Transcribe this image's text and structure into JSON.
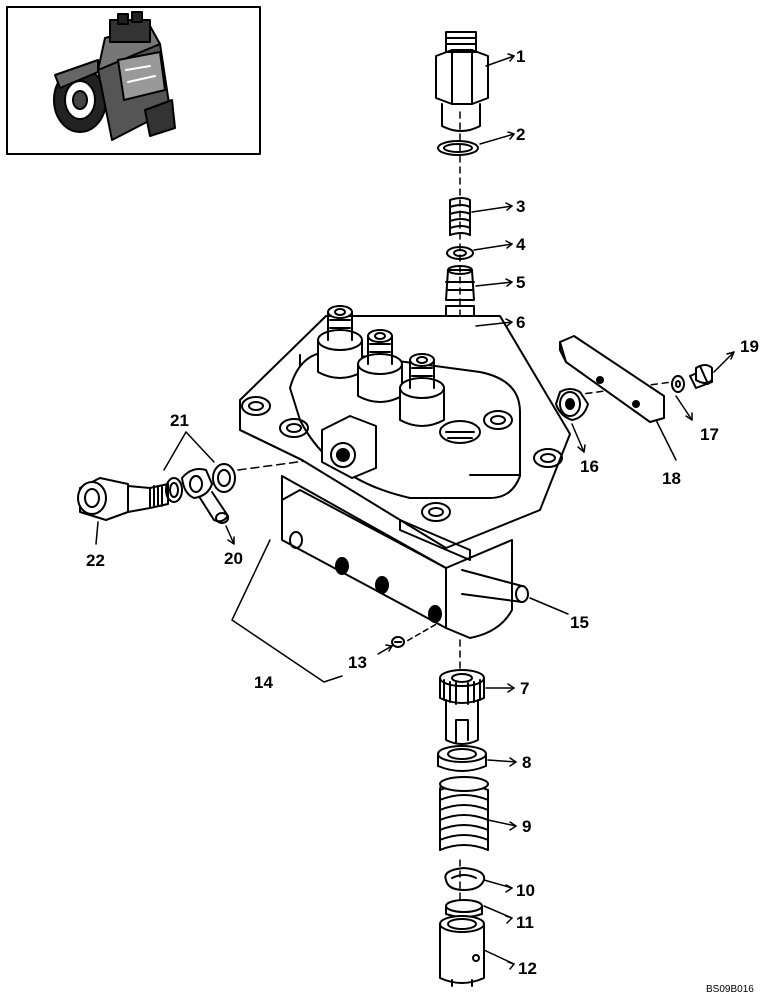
{
  "figure_code": "BS09B016",
  "callouts": {
    "c1": "1",
    "c2": "2",
    "c3": "3",
    "c4": "4",
    "c5": "5",
    "c6": "6",
    "c7": "7",
    "c8": "8",
    "c9": "9",
    "c10": "10",
    "c11": "11",
    "c12": "12",
    "c13": "13",
    "c14": "14",
    "c15": "15",
    "c16": "16",
    "c17": "17",
    "c18": "18",
    "c19": "19",
    "c20": "20",
    "c21": "21",
    "c22": "22"
  },
  "colors": {
    "ink": "#000000",
    "paper": "#ffffff"
  },
  "inset": {
    "icon": "engine-icon"
  }
}
